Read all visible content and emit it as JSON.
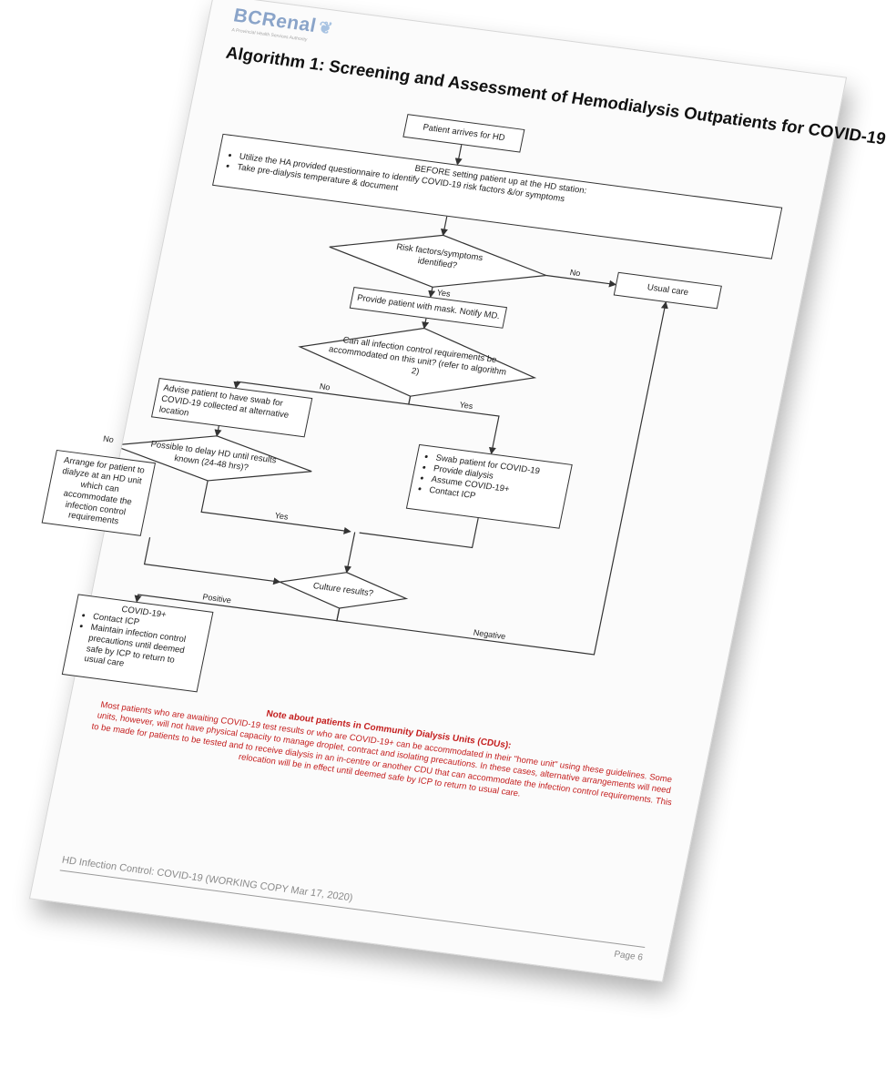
{
  "header": {
    "logo": "BCRenal",
    "logo_tagline": "A Provincial Health Services Authority",
    "title": "Algorithm 1: Screening and Assessment of Hemodialysis Outpatients for COVID-19"
  },
  "flow": {
    "arrives": "Patient arrives for HD",
    "before_heading": "BEFORE setting patient up at the HD station:",
    "before_items": [
      "Utilize the HA provided questionnaire to identify COVID-19 risk factors &/or symptoms",
      "Take pre-dialysis temperature & document"
    ],
    "q_risk": "Risk factors/symptoms identified?",
    "usual_care": "Usual care",
    "mask": "Provide patient with mask. Notify MD.",
    "q_infection": "Can all infection control requirements be accommodated on this unit? (refer to algorithm 2)",
    "advise": "Advise patient to have swab for COVID-19 collected at alternative location",
    "swab_items": [
      "Swab patient for COVID-19",
      "Provide dialysis",
      "Assume COVID-19+",
      "Contact ICP"
    ],
    "q_delay": "Possible to delay HD until results known (24-48 hrs)?",
    "arrange": "Arrange for patient to dialyze at an HD unit which can accommodate the infection control requirements",
    "q_culture": "Culture results?",
    "covid_heading": "COVID-19+",
    "covid_items": [
      "Contact ICP",
      "Maintain infection control precautions until deemed safe by ICP to return to usual care"
    ],
    "labels": {
      "no": "No",
      "yes": "Yes",
      "positive": "Positive",
      "negative": "Negative"
    }
  },
  "note": {
    "title": "Note about patients in Community Dialysis Units (CDUs):",
    "body": "Most patients who are awaiting COVID-19 test results or who are COVID-19+ can be accommodated in their \"home unit\" using these guidelines. Some units, however, will not have physical capacity to manage droplet, contract and isolating precautions. In these cases, alternative arrangements will need to be made for patients to be tested and to receive dialysis in an in-centre or another CDU that can accommodate the infection control requirements. This relocation will be in effect until deemed safe by ICP to return to usual care."
  },
  "footer": {
    "left": "HD Infection Control: COVID-19 (WORKING COPY Mar 17, 2020)",
    "page": "Page 6"
  }
}
